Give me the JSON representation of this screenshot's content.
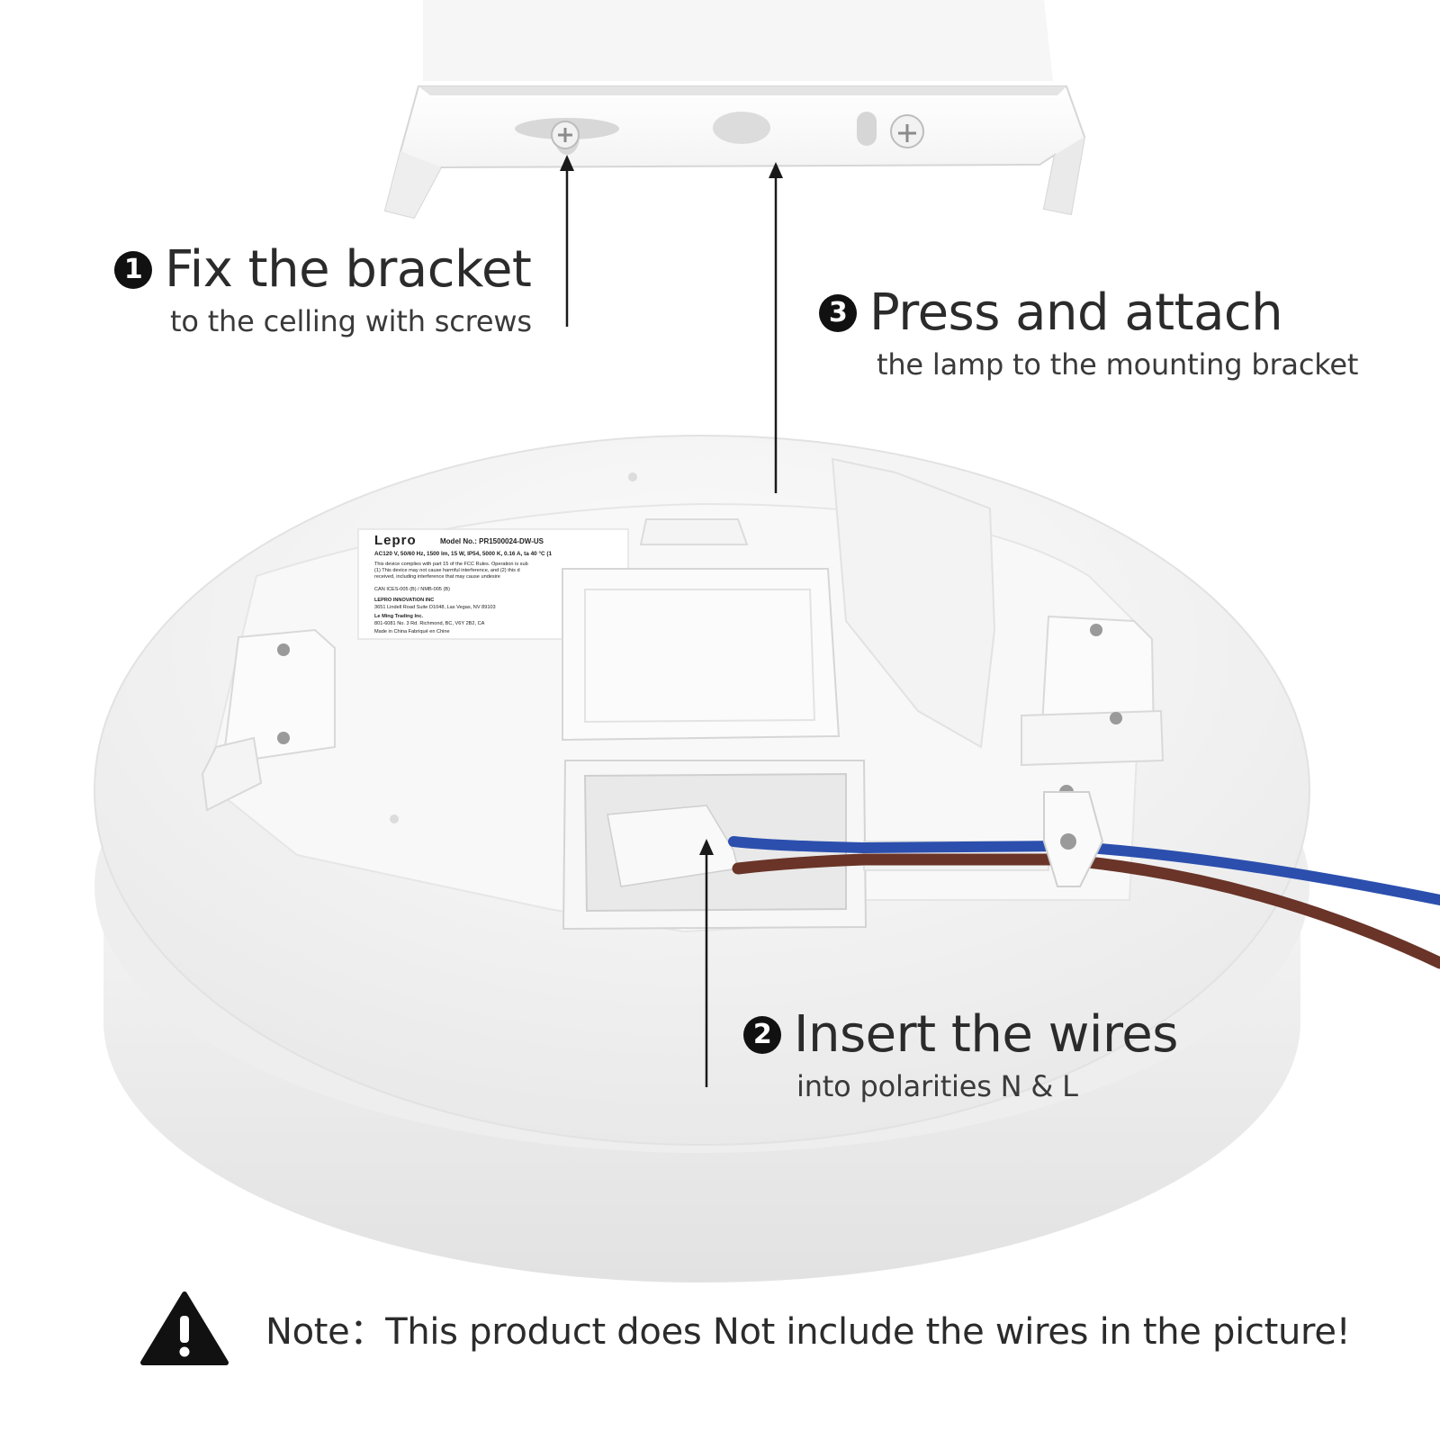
{
  "steps": [
    {
      "number": "1",
      "title": "Fix the bracket",
      "subtitle": "to the celling with screws"
    },
    {
      "number": "2",
      "title": "Insert the wires",
      "subtitle": "into polarities N & L"
    },
    {
      "number": "3",
      "title": "Press and attach",
      "subtitle": "the lamp to the mounting bracket"
    }
  ],
  "note": {
    "text": "Note：This product does Not include the wires in the picture!",
    "icon": "warning-triangle-icon"
  },
  "product_label": {
    "brand": "Lepro",
    "model": "Model No.: PR1500024-DW-US",
    "specs": "AC120 V, 50/60 Hz, 1500 lm, 15 W, IP54, 5000 K, 0.16 A, ta 40 °C (1",
    "fcc1": "This device complies with part 15 of the FCC Rules. Operation is sub",
    "fcc2": "(1) This device may not cause harmful interference, and (2) this d",
    "fcc3": "received, including interference that may cause undesire",
    "can": "CAN ICES-005 (B) / NMB-005 (B)",
    "company": "LEPRO INNOVATION INC",
    "address1": "3651 Lindell Road Suite D1048, Las Vegas, NV 89103",
    "company2": "Le Ming Trading Inc.",
    "address2": "801-6081 No. 3 Rd. Richmond, BC, V6Y 2B2, CA",
    "origin": "Made in China   Fabriqué en Chine"
  },
  "colors": {
    "blue_wire": "#2c4fae",
    "brown_wire": "#6a3428",
    "text": "#2b2b2b",
    "lamp_body": "#f7f7f7"
  }
}
